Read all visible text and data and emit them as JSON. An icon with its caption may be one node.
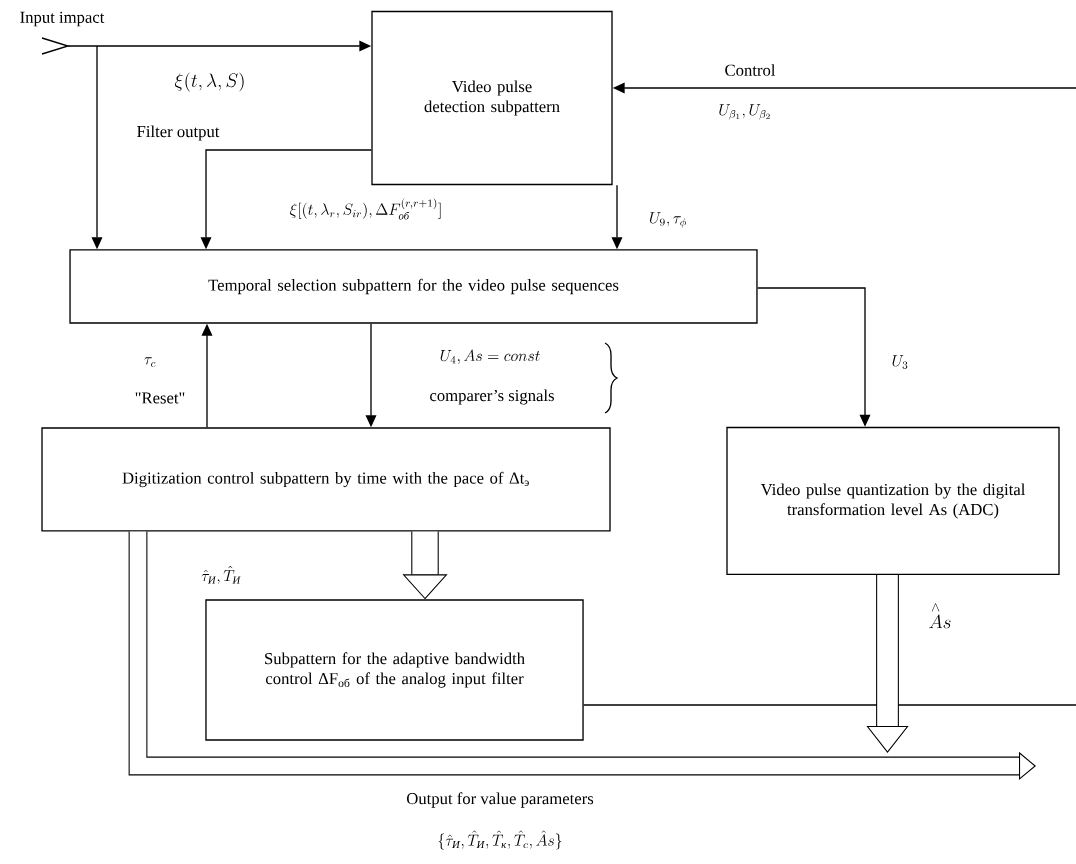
{
  "diagram": {
    "nodes": [
      {
        "text": [
          "Video pulse detection subpattern"
        ]
      },
      {
        "text": [
          "Temporal selection subpattern for the video pulse sequences"
        ]
      },
      {
        "text": [
          "Digitization control subpattern by time with the pace of Δt$_{э}$"
        ]
      },
      {
        "text": [
          "Video pulse quantization by the digital transformation level As (ADC)"
        ]
      },
      {
        "text": [
          "Subpattern for the adaptive bandwidth control ΔF$_{об}$ of the analog input filter"
        ]
      }
    ],
    "edges": [
      {
        "from": null,
        "to": 0,
        "arrow": "to",
        "label": "Input impact"
      },
      {
        "from": null,
        "to": 1,
        "arrow": "to"
      },
      {
        "from": 0,
        "to": 1,
        "arrow": "to",
        "label": "Filter output"
      },
      {
        "from": 0,
        "to": 1,
        "arrow": "to"
      },
      {
        "from": 1,
        "to": 3,
        "arrow": "to"
      },
      {
        "from": 2,
        "to": 1,
        "arrow": "to",
        "label": "\"Reset\""
      },
      {
        "from": 1,
        "to": 2,
        "arrow": "to"
      },
      {
        "from": null,
        "to": 0,
        "arrow": "to",
        "label": "Control"
      },
      {
        "from": 2,
        "to": 4,
        "arrow": "to",
        "style": "thick"
      },
      {
        "from": 4,
        "to": null,
        "arrow": "none"
      },
      {
        "from": 3,
        "to": null,
        "arrow": "to",
        "style": "thick"
      },
      {
        "from": 2,
        "to": null,
        "arrow": "to",
        "style": "thick"
      }
    ],
    "labels": [
      "\\xi(t,\\lambda,S)",
      "U_{\\beta_1},U_{\\beta_2}",
      "\\xi[(t,\\lambda_r,S_{ir}),\\Delta F_{\\textit{об}}^{(r,r+1)}]",
      "U_9,\\tau_\\phi",
      "\\tau_c",
      "U_4,As=const",
      "comparer’s signals",
      "U_3",
      "\\hat{\\tau}_{\\textit{И}},\\hat{T}_{\\textit{И}}",
      "\\overset{\\wedge}{A}s",
      "Output for value parameters",
      "\\{\\hat{\\tau}_{\\textit{И}},\\hat{T}_{\\textit{И}},\\hat{T}_{\\textit{к}},\\hat{T}_{c},\\hat{A}s\\}"
    ]
  }
}
